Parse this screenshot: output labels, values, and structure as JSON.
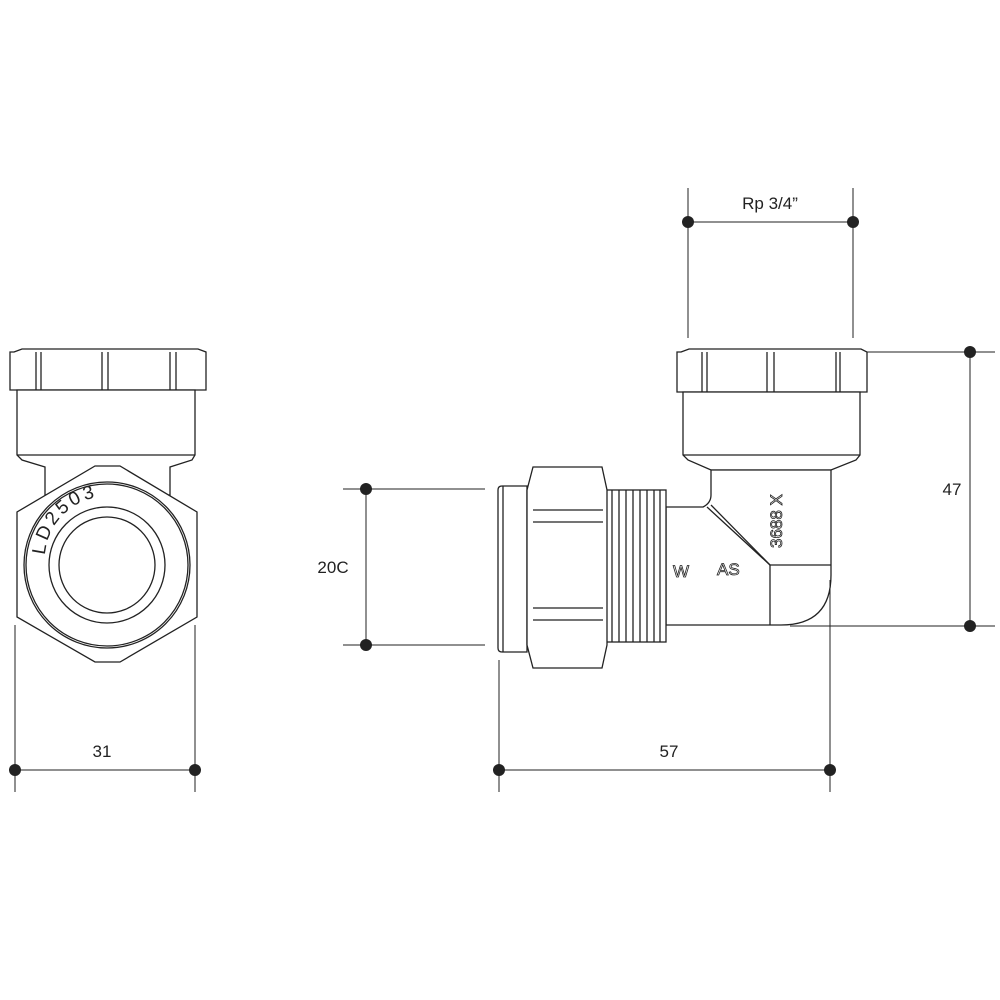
{
  "dimensions": {
    "end_view_width": "31",
    "thread_size": "Rp 3/4”",
    "height": "47",
    "pipe_size": "20C",
    "length": "57"
  },
  "markings": {
    "end_code": "LD2503",
    "standard_number": "3688 X",
    "certification": "AS"
  }
}
